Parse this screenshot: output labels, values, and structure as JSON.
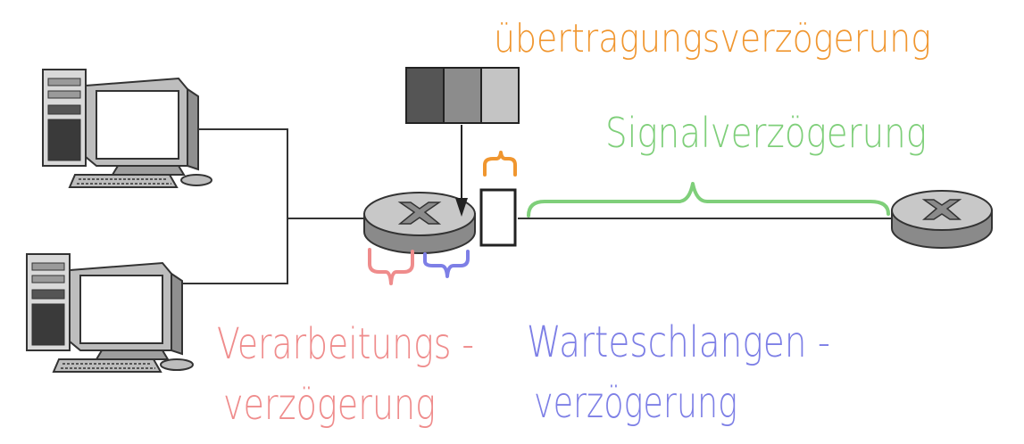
{
  "labels": {
    "transmission_delay": "übertragungsverzögerung",
    "propagation_delay": "Signalverzögerung",
    "processing_delay_line1": "Verarbeitungs -",
    "processing_delay_line2": "verzögerung",
    "queueing_delay_line1": "Warteschlangen -",
    "queueing_delay_line2": "verzögerung"
  },
  "colors": {
    "transmission": "#f0962f",
    "propagation": "#7fcf7a",
    "processing": "#ef8c8c",
    "queueing": "#7d7fe6",
    "line": "#333333",
    "router_fill": "#c8c8c8",
    "router_dark": "#8a8a8a"
  },
  "icons": {
    "computer_top": "desktop-computer-icon",
    "computer_bottom": "desktop-computer-icon",
    "router_left": "router-icon",
    "router_right": "router-icon",
    "packet_queue": "packet-queue-icon",
    "outgoing_packet": "packet-icon"
  }
}
